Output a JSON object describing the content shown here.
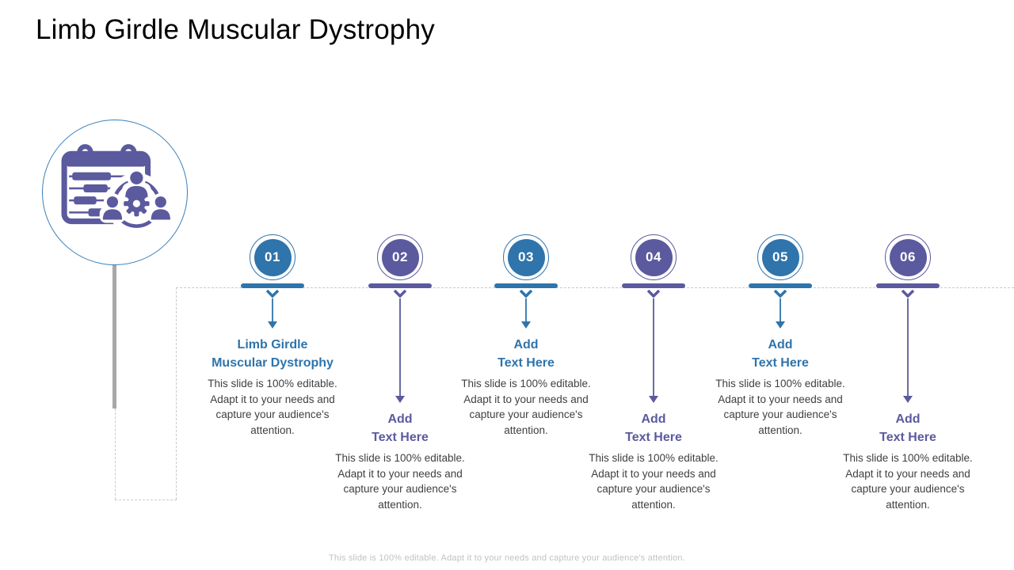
{
  "slide": {
    "title": "Limb Girdle Muscular Dystrophy",
    "footer": "This slide is 100% editable. Adapt it to your needs and capture your audience's attention.",
    "colors": {
      "blue": "#2F74AB",
      "purple": "#5B5A9E",
      "body_text": "#3F3F3F",
      "footer_text": "#C2C2C2",
      "hero_ring": "#3A7FB8",
      "stem_gray": "#A8A8A8",
      "dash_gray": "#C9C9C9"
    }
  },
  "hero_icon": {
    "name": "calendar-team-gear-icon",
    "color": "#5B5A9E"
  },
  "timeline": {
    "items": [
      {
        "number": "01",
        "accent": "blue",
        "heading": "Limb Girdle\nMuscular Dystrophy",
        "body": "This slide is 100% editable. Adapt it to your needs and capture your audience's attention."
      },
      {
        "number": "02",
        "accent": "purple",
        "heading": "Add\nText Here",
        "body": "This slide is 100% editable. Adapt it to your needs and capture your audience's attention."
      },
      {
        "number": "03",
        "accent": "blue",
        "heading": "Add\nText Here",
        "body": "This slide is 100% editable. Adapt it to your needs and capture your audience's attention."
      },
      {
        "number": "04",
        "accent": "purple",
        "heading": "Add\nText Here",
        "body": "This slide is 100% editable. Adapt it to your needs and capture your audience's attention."
      },
      {
        "number": "05",
        "accent": "blue",
        "heading": "Add\nText Here",
        "body": "This slide is 100% editable. Adapt it to your needs and capture your audience's attention."
      },
      {
        "number": "06",
        "accent": "purple",
        "heading": "Add\nText Here",
        "body": "This slide is 100% editable. Adapt it to your needs and capture your audience's attention."
      }
    ]
  }
}
